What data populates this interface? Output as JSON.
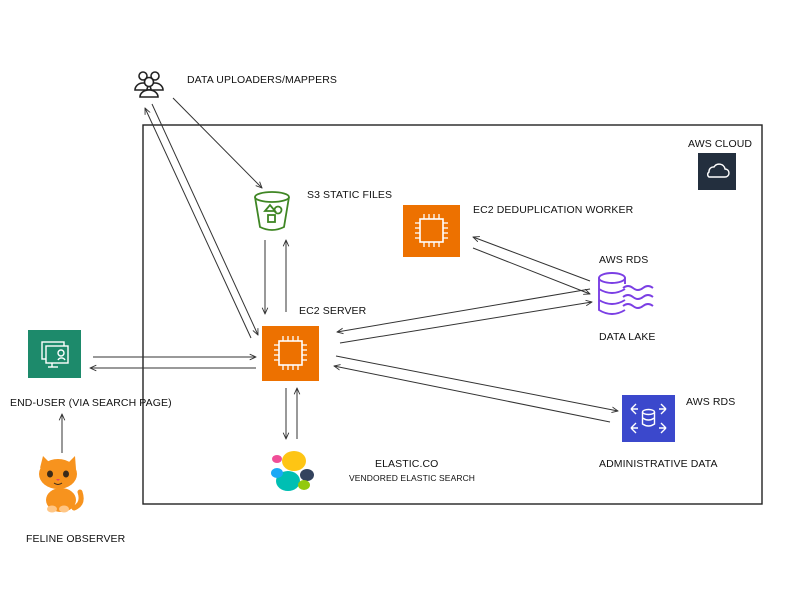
{
  "cloud": {
    "label": "AWS CLOUD",
    "icon": "cloud-icon"
  },
  "nodes": {
    "uploaders": {
      "label": "DATA UPLOADERS/MAPPERS",
      "icon": "users-group-icon"
    },
    "s3": {
      "label": "S3 STATIC FILES",
      "icon": "s3-bucket-icon",
      "color": "#3f8624"
    },
    "dedup": {
      "label": "EC2 DEDUPLICATION WORKER",
      "icon": "ec2-chip-icon",
      "color": "#ed7100"
    },
    "rds_lake": {
      "label": "AWS RDS",
      "sublabel": "DATA LAKE",
      "icon": "rds-database-icon",
      "color": "#7b3fe4"
    },
    "ec2_server": {
      "label": "EC2 SERVER",
      "icon": "ec2-chip-icon",
      "color": "#ed7100"
    },
    "end_user": {
      "label": "END-USER (VIA SEARCH PAGE)",
      "icon": "client-desktop-icon",
      "color": "#1d8a6b"
    },
    "rds_admin": {
      "label": "AWS RDS",
      "sublabel": "ADMINISTRATIVE DATA",
      "icon": "rds-instance-icon",
      "color": "#3b48cc"
    },
    "elastic": {
      "label": "ELASTIC.CO",
      "sublabel": "VENDORED ELASTIC SEARCH",
      "icon": "elastic-logo-icon"
    },
    "feline": {
      "label": "FELINE OBSERVER",
      "icon": "cat-icon",
      "color": "#f7931e"
    }
  }
}
